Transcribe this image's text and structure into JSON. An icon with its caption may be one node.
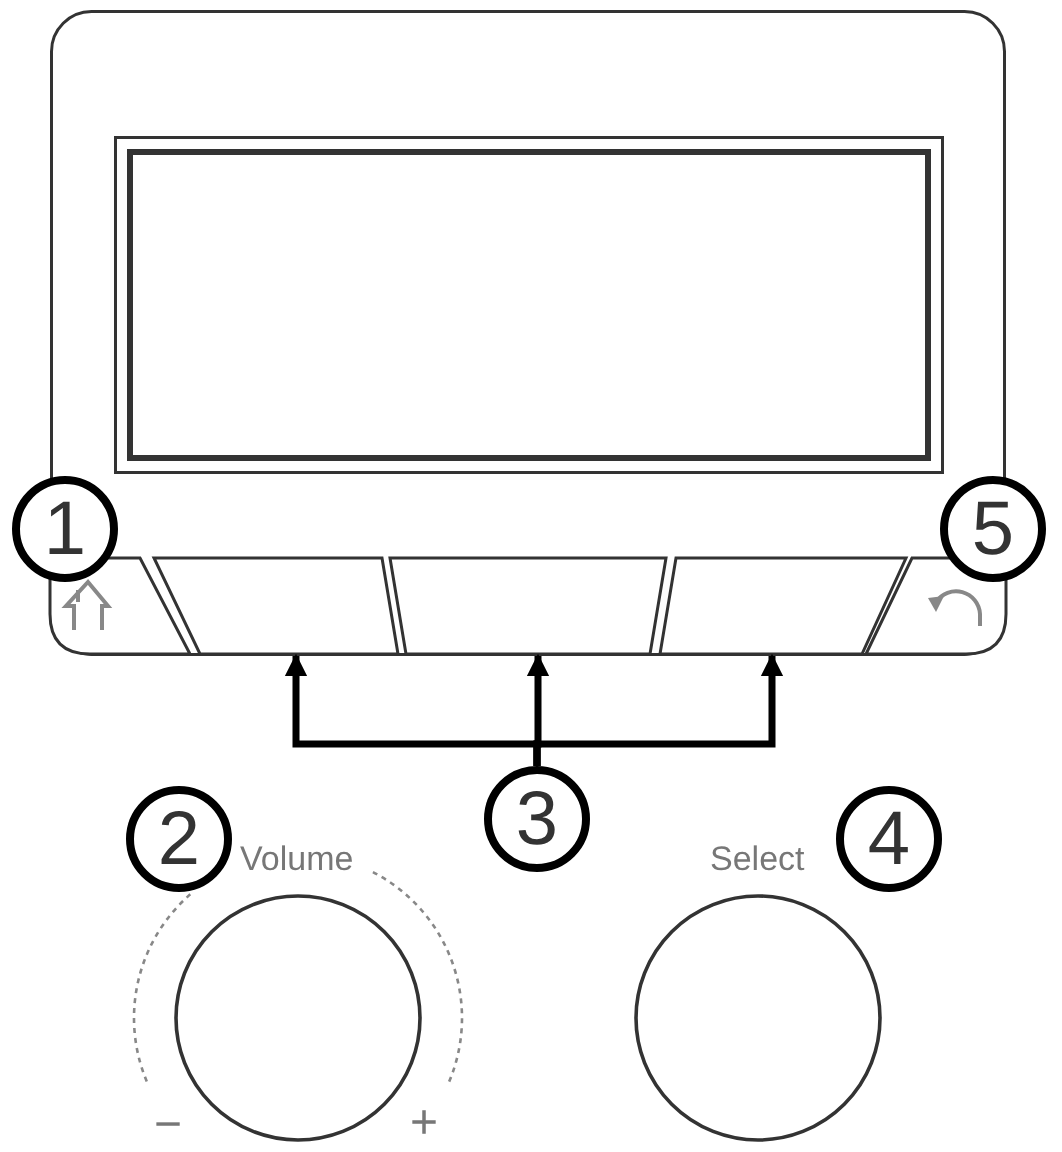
{
  "diagram": {
    "nodes": [
      {
        "text": [],
        "shape": "box"
      },
      {
        "text": [],
        "shape": "box",
        "in": 0
      },
      {
        "text": [
          "1"
        ]
      },
      {
        "text": [
          "5"
        ]
      },
      {
        "text": [],
        "shape": "box",
        "in": 0
      },
      {
        "text": [],
        "shape": "box",
        "in": 0
      },
      {
        "text": [],
        "shape": "box",
        "in": 0
      },
      {
        "text": [],
        "shape": "box",
        "in": 0
      },
      {
        "text": [],
        "shape": "box",
        "in": 0
      },
      {
        "text": [
          "3"
        ]
      },
      {
        "text": [
          "2"
        ]
      },
      {
        "text": [
          "4"
        ]
      },
      {
        "text": [],
        "shape": "circle"
      },
      {
        "text": [],
        "shape": "circle"
      }
    ],
    "edges": [
      {
        "from": 9,
        "to": 5,
        "arrow": "to"
      },
      {
        "from": 9,
        "to": 6,
        "arrow": "to"
      },
      {
        "from": 9,
        "to": 7,
        "arrow": "to"
      }
    ],
    "labels": [
      "Volume",
      "Select",
      "−",
      "+"
    ]
  }
}
